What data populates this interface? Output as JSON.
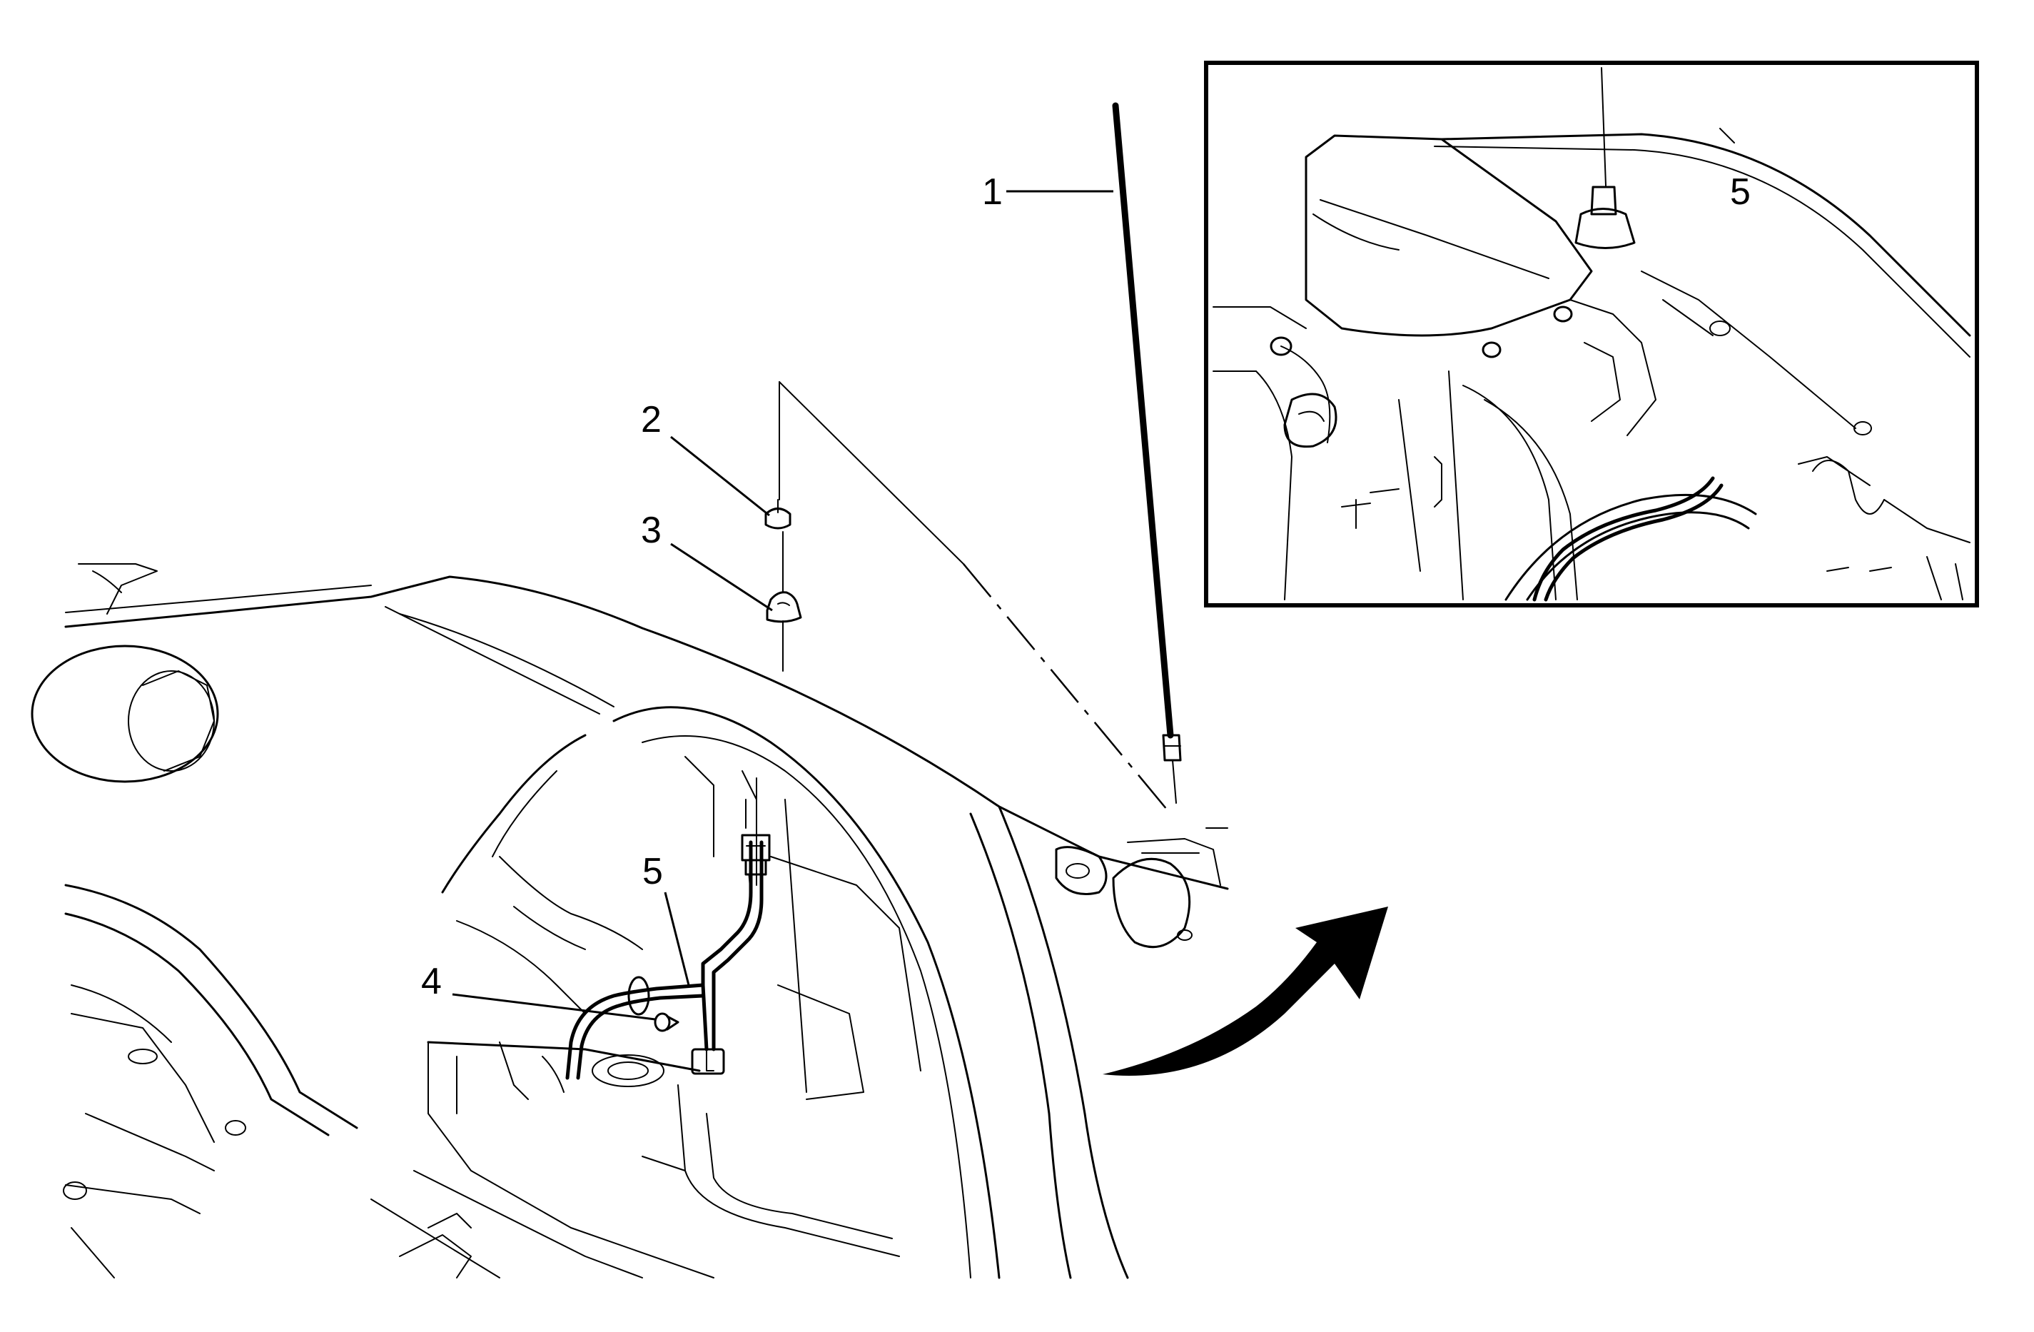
{
  "callouts": {
    "c1": "1",
    "c2": "2",
    "c3": "3",
    "c4": "4",
    "c5_main": "5",
    "c5_inset": "5"
  }
}
